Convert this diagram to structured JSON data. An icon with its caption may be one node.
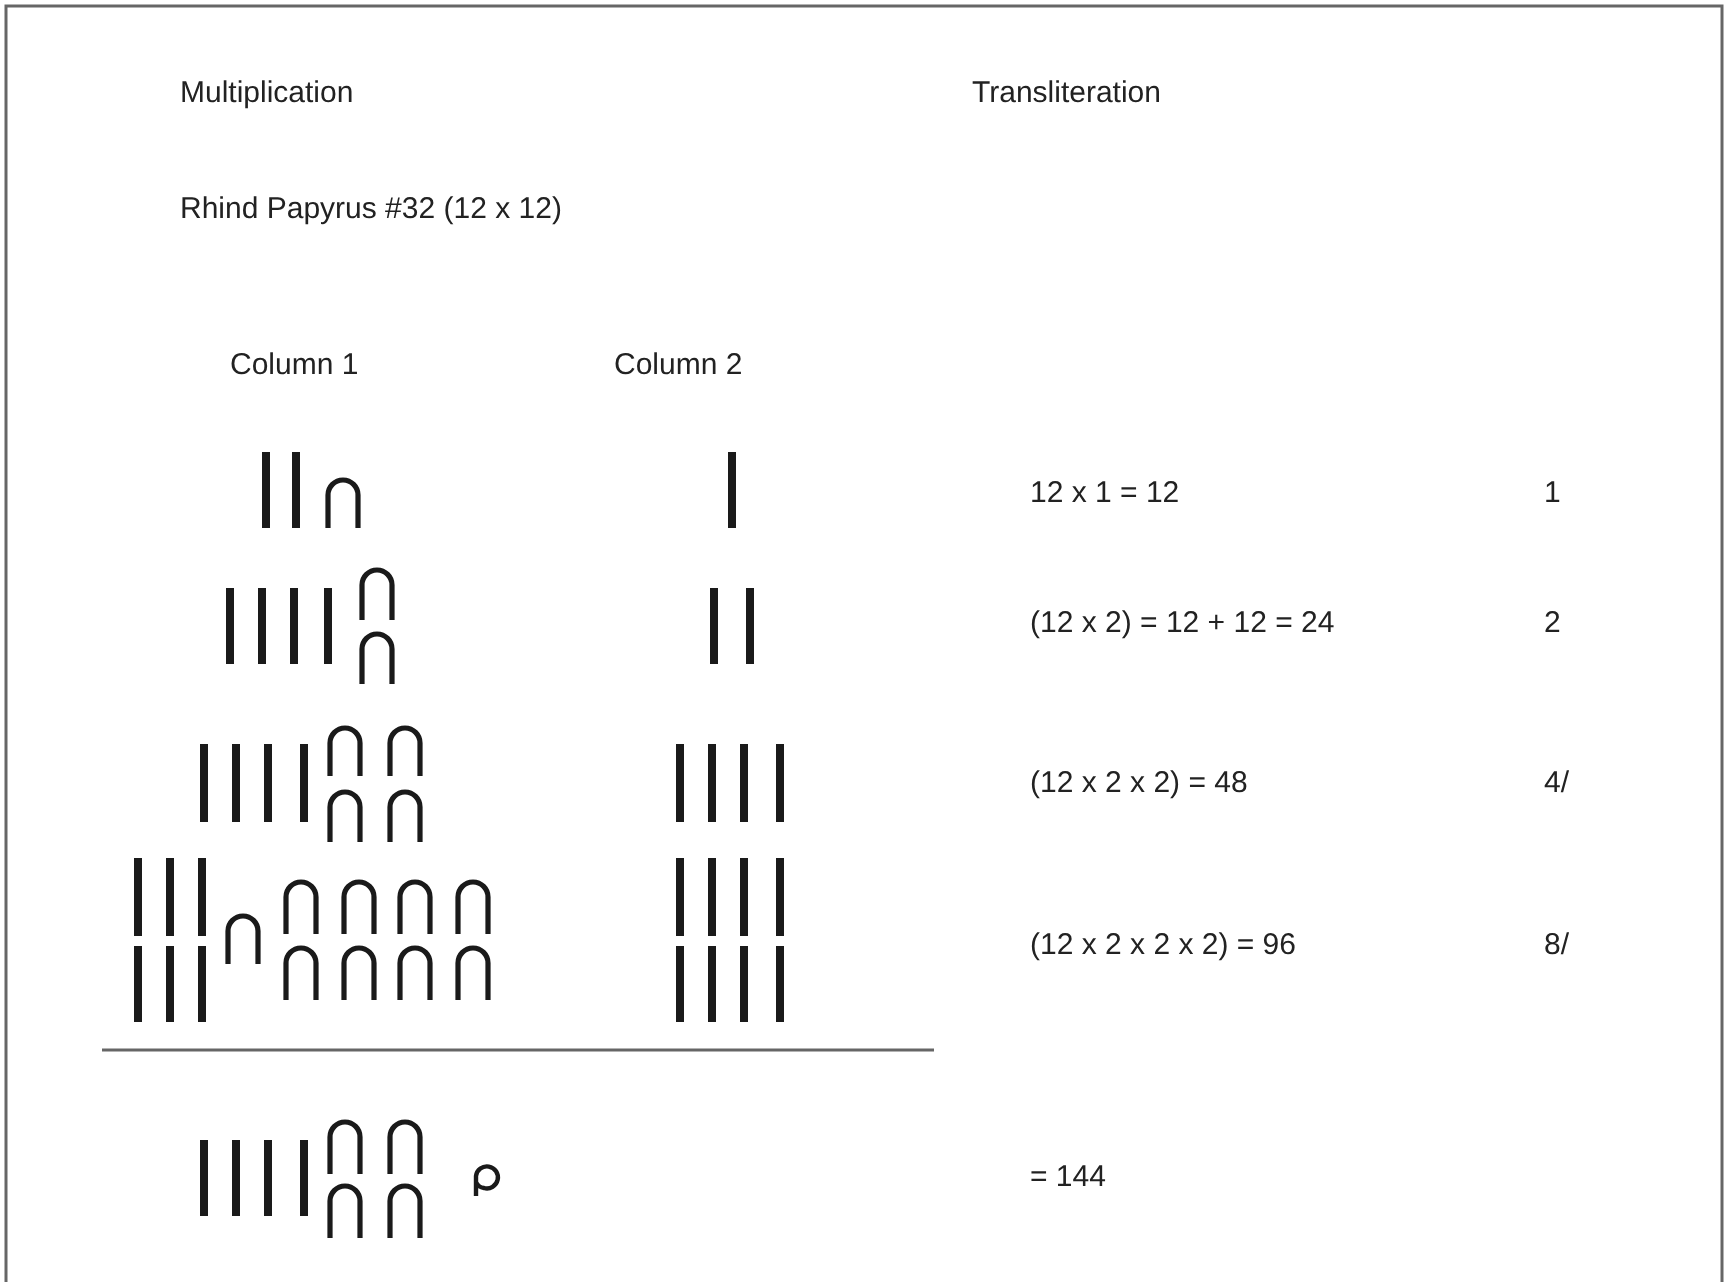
{
  "diagram": {
    "labels": [
      "Multiplication",
      "Transliteration",
      "Rhind Papyrus #32 (12 x 12)",
      "Column 1",
      "Column 2",
      "12 x 1 = 12",
      "1",
      "(12 x 2) = 12 + 12 = 24",
      "2",
      "(12 x 2 x 2) = 48",
      "4/",
      "(12 x 2 x 2 x 2) = 96",
      "8/",
      "= 144"
    ]
  }
}
